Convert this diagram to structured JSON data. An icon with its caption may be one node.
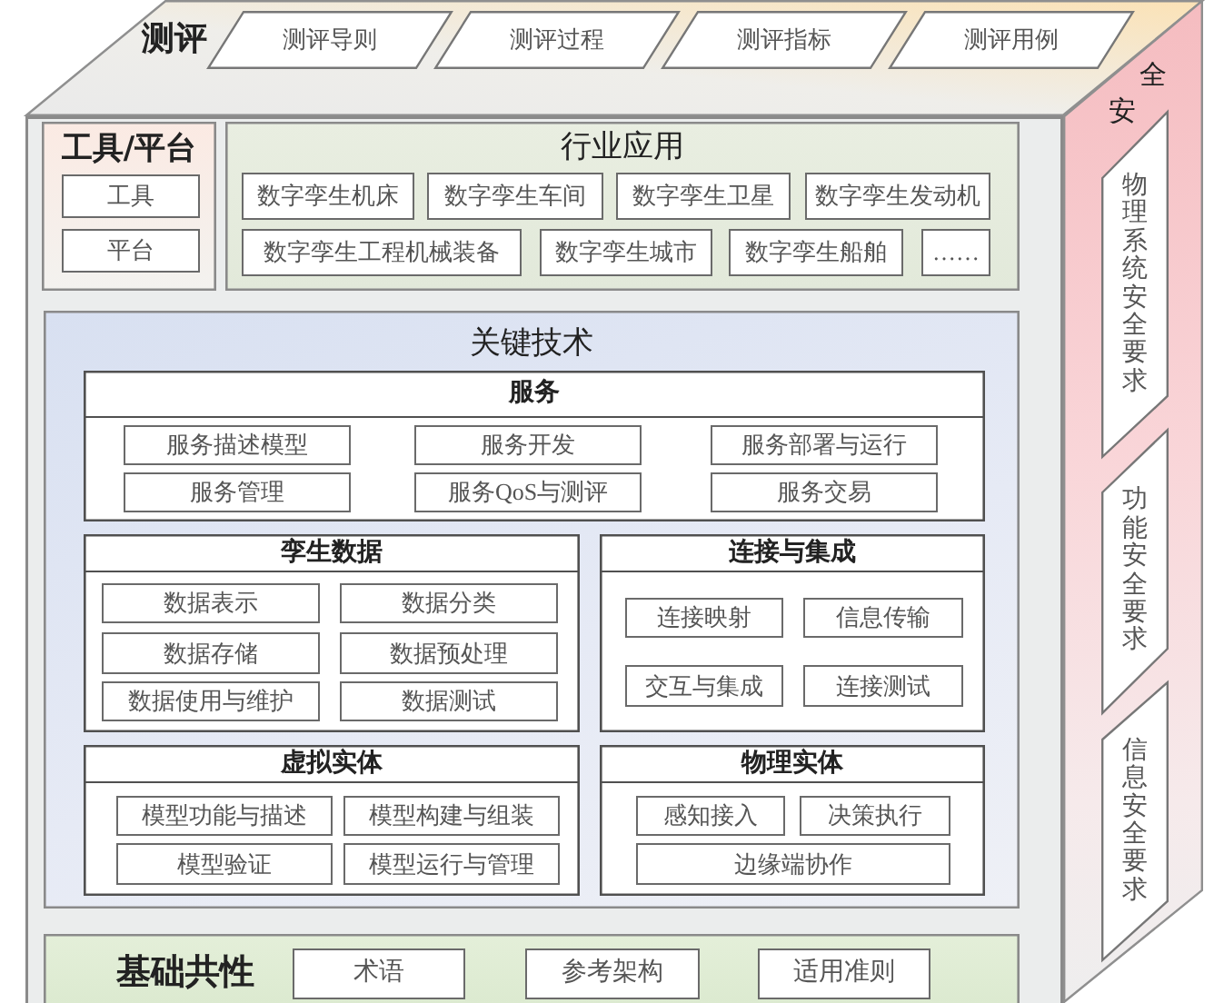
{
  "diagram": {
    "nodes": [
      {
        "text": [
          "测评"
        ]
      },
      {
        "text": [
          "测评导则"
        ],
        "in": 0
      },
      {
        "text": [
          "测评过程"
        ],
        "in": 0
      },
      {
        "text": [
          "测评指标"
        ],
        "in": 0
      },
      {
        "text": [
          "测评用例"
        ],
        "in": 0
      },
      {
        "text": [],
        "shape": "box"
      },
      {
        "text": [
          "工具/平台"
        ],
        "in": 5
      },
      {
        "text": [
          "工具"
        ],
        "in": 6
      },
      {
        "text": [
          "平台"
        ],
        "in": 6
      },
      {
        "text": [
          "行业应用"
        ],
        "in": 5
      },
      {
        "text": [
          "数字孪生机床"
        ],
        "in": 9
      },
      {
        "text": [
          "数字孪生车间"
        ],
        "in": 9
      },
      {
        "text": [
          "数字孪生卫星"
        ],
        "in": 9
      },
      {
        "text": [
          "数字孪生发动机"
        ],
        "in": 9
      },
      {
        "text": [
          "数字孪生工程机械装备"
        ],
        "in": 9
      },
      {
        "text": [
          "数字孪生城市"
        ],
        "in": 9
      },
      {
        "text": [
          "数字孪生船舶"
        ],
        "in": 9
      },
      {
        "text": [
          "……"
        ],
        "in": 9
      },
      {
        "text": [
          "关键技术"
        ],
        "in": 5
      },
      {
        "text": [
          "服务"
        ],
        "in": 18
      },
      {
        "text": [
          "服务描述模型"
        ],
        "in": 19
      },
      {
        "text": [
          "服务开发"
        ],
        "in": 19
      },
      {
        "text": [
          "服务部署与运行"
        ],
        "in": 19
      },
      {
        "text": [
          "服务管理"
        ],
        "in": 19
      },
      {
        "text": [
          "服务QoS与测评"
        ],
        "in": 19
      },
      {
        "text": [
          "服务交易"
        ],
        "in": 19
      },
      {
        "text": [
          "孪生数据"
        ],
        "in": 18
      },
      {
        "text": [
          "数据表示"
        ],
        "in": 26
      },
      {
        "text": [
          "数据分类"
        ],
        "in": 26
      },
      {
        "text": [
          "数据存储"
        ],
        "in": 26
      },
      {
        "text": [
          "数据预处理"
        ],
        "in": 26
      },
      {
        "text": [
          "数据使用与维护"
        ],
        "in": 26
      },
      {
        "text": [
          "数据测试"
        ],
        "in": 26
      },
      {
        "text": [
          "连接与集成"
        ],
        "in": 18
      },
      {
        "text": [
          "连接映射"
        ],
        "in": 33
      },
      {
        "text": [
          "信息传输"
        ],
        "in": 33
      },
      {
        "text": [
          "交互与集成"
        ],
        "in": 33
      },
      {
        "text": [
          "连接测试"
        ],
        "in": 33
      },
      {
        "text": [
          "虚拟实体"
        ],
        "in": 18
      },
      {
        "text": [
          "模型功能与描述"
        ],
        "in": 38
      },
      {
        "text": [
          "模型构建与组装"
        ],
        "in": 38
      },
      {
        "text": [
          "模型验证"
        ],
        "in": 38
      },
      {
        "text": [
          "模型运行与管理"
        ],
        "in": 38
      },
      {
        "text": [
          "物理实体"
        ],
        "in": 18
      },
      {
        "text": [
          "感知接入"
        ],
        "in": 43
      },
      {
        "text": [
          "决策执行"
        ],
        "in": 43
      },
      {
        "text": [
          "边缘端协作"
        ],
        "in": 43
      },
      {
        "text": [
          "基础共性"
        ],
        "in": 5
      },
      {
        "text": [
          "术语"
        ],
        "in": 47
      },
      {
        "text": [
          "参考架构"
        ],
        "in": 47
      },
      {
        "text": [
          "适用准则"
        ],
        "in": 47
      },
      {
        "text": [
          "安全"
        ]
      },
      {
        "text": [
          "物理系统安全要求"
        ],
        "in": 51
      },
      {
        "text": [
          "功能安全要求"
        ],
        "in": 51
      },
      {
        "text": [
          "信息安全要求"
        ],
        "in": 51
      }
    ]
  }
}
